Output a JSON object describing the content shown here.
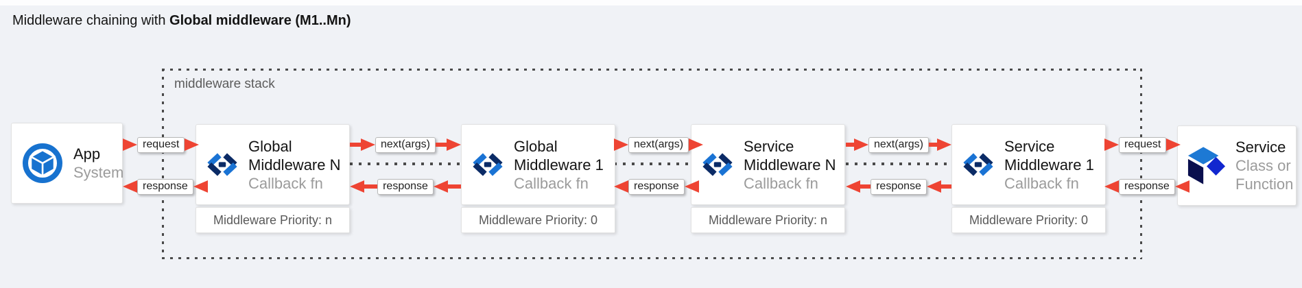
{
  "title": {
    "prefix": "Middleware chaining with ",
    "bold": "Global middleware (M1..Mn)"
  },
  "stack": {
    "label": "middleware stack"
  },
  "app": {
    "name": "App",
    "subtitle": "System"
  },
  "service": {
    "name": "Service",
    "subtitle_line1": "Class or",
    "subtitle_line2": "Function"
  },
  "middlewares": [
    {
      "line1": "Global",
      "line2": "Middleware N",
      "line3": "Callback fn",
      "priority": "Middleware Priority: n"
    },
    {
      "line1": "Global",
      "line2": "Middleware 1",
      "line3": "Callback fn",
      "priority": "Middleware Priority: 0"
    },
    {
      "line1": "Service",
      "line2": "Middleware N",
      "line3": "Callback fn",
      "priority": "Middleware Priority: n"
    },
    {
      "line1": "Service",
      "line2": "Middleware 1",
      "line3": "Callback fn",
      "priority": "Middleware Priority: 0"
    }
  ],
  "connectors": [
    {
      "top": "request",
      "bottom": "response"
    },
    {
      "top": "next(args)",
      "bottom": "response"
    },
    {
      "top": "next(args)",
      "bottom": "response"
    },
    {
      "top": "next(args)",
      "bottom": "response"
    },
    {
      "top": "request",
      "bottom": "response"
    }
  ],
  "icons": {
    "app": "app-cube-in-circle-icon",
    "middleware": "code-chevrons-icon",
    "service": "service-cube-icon"
  },
  "colors": {
    "background": "#f0f2f6",
    "arrow_red": "#ee4433",
    "icon_bright_blue": "#1a73d4",
    "icon_navy": "#0b2b66",
    "service_cube_top": "#1d79d4",
    "service_cube_right": "#1227cf",
    "service_cube_left": "#0a0f4e",
    "dotted_border": "#4a4a4a",
    "muted_text": "#9b9b9b"
  }
}
